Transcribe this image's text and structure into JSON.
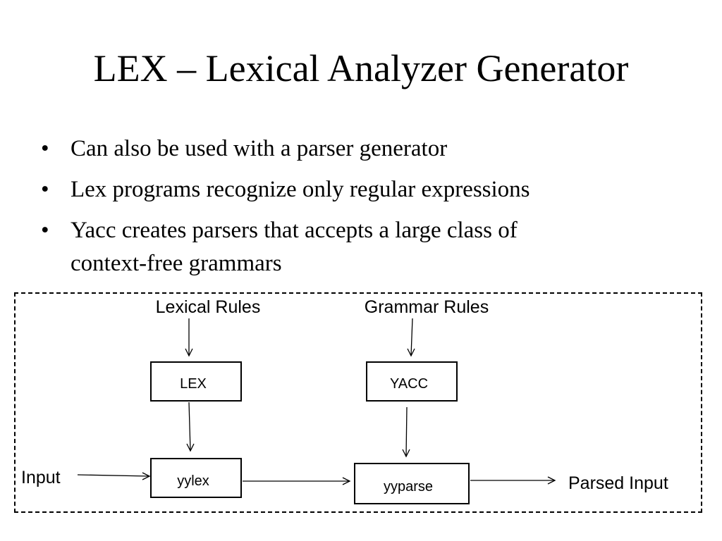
{
  "slide": {
    "title": "LEX – Lexical Analyzer Generator",
    "bullet_marker": "•",
    "bullets": [
      {
        "lines": [
          "Can also be used with a parser generator"
        ]
      },
      {
        "lines": [
          "Lex programs recognize only regular expressions"
        ]
      },
      {
        "lines": [
          "Yacc creates parsers that accepts a large class of",
          "context-free grammars"
        ]
      }
    ]
  },
  "diagram": {
    "labels": {
      "lexical_rules": "Lexical Rules",
      "grammar_rules": "Grammar Rules",
      "input": "Input",
      "parsed_input": "Parsed Input"
    },
    "nodes": {
      "lex": "LEX",
      "yacc": "YACC",
      "yylex": "yylex",
      "yyparse": "yyparse"
    },
    "edges": [
      {
        "from": "Lexical Rules",
        "to": "LEX"
      },
      {
        "from": "Grammar Rules",
        "to": "YACC"
      },
      {
        "from": "LEX",
        "to": "yylex"
      },
      {
        "from": "YACC",
        "to": "yyparse"
      },
      {
        "from": "Input",
        "to": "yylex"
      },
      {
        "from": "yylex",
        "to": "yyparse"
      },
      {
        "from": "yyparse",
        "to": "Parsed Input"
      }
    ]
  }
}
